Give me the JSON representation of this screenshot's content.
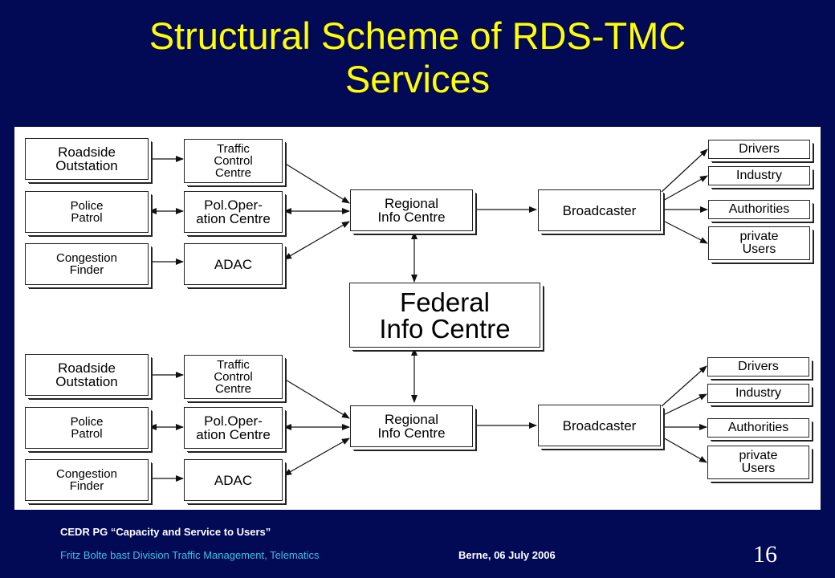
{
  "slide": {
    "title_line1": "Structural Scheme of RDS-TMC",
    "title_line2": "Services",
    "footer_project": "CEDR PG “Capacity and Service to Users”",
    "footer_author": "Fritz Bolte  bast Division Traffic Management, Telematics",
    "footer_place_date": "Berne, 06 July 2006",
    "page_number": "16"
  },
  "diagram": {
    "top": {
      "sources": [
        {
          "line1": "Roadside",
          "line2": "Outstation"
        },
        {
          "line1": "Police",
          "line2": "Patrol"
        },
        {
          "line1": "Congestion",
          "line2": "Finder"
        }
      ],
      "centres": [
        {
          "line1": "Traffic",
          "line2": "Control",
          "line3": "Centre"
        },
        {
          "line1": "Pol.Oper-",
          "line2": "ation Centre"
        },
        {
          "line1": "ADAC"
        }
      ],
      "regional": {
        "line1": "Regional",
        "line2": "Info Centre"
      },
      "broadcaster": "Broadcaster",
      "users": [
        {
          "line1": "Drivers"
        },
        {
          "line1": "Industry"
        },
        {
          "line1": "Authorities"
        },
        {
          "line1": "private",
          "line2": "Users"
        }
      ]
    },
    "federal": {
      "line1": "Federal",
      "line2": "Info Centre"
    },
    "bottom": {
      "sources": [
        {
          "line1": "Roadside",
          "line2": "Outstation"
        },
        {
          "line1": "Police",
          "line2": "Patrol"
        },
        {
          "line1": "Congestion",
          "line2": "Finder"
        }
      ],
      "centres": [
        {
          "line1": "Traffic",
          "line2": "Control",
          "line3": "Centre"
        },
        {
          "line1": "Pol.Oper-",
          "line2": "ation Centre"
        },
        {
          "line1": "ADAC"
        }
      ],
      "regional": {
        "line1": "Regional",
        "line2": "Info Centre"
      },
      "broadcaster": "Broadcaster",
      "users": [
        {
          "line1": "Drivers"
        },
        {
          "line1": "Industry"
        },
        {
          "line1": "Authorities"
        },
        {
          "line1": "private",
          "line2": "Users"
        }
      ]
    }
  }
}
